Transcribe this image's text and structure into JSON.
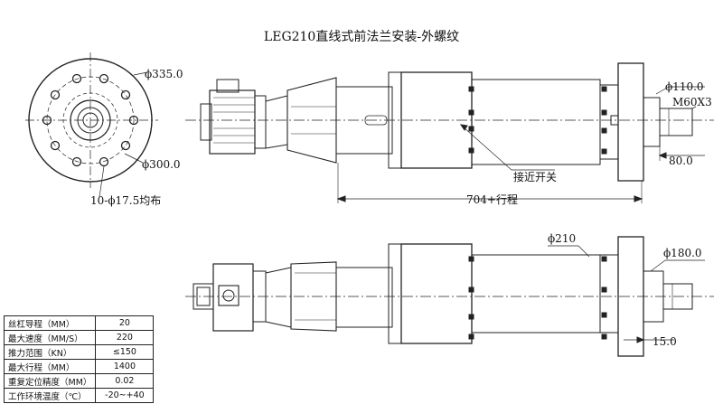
{
  "title": "LEG210直线式前法兰安装-外螺纹",
  "dimensions": {
    "d335": "ϕ335.0",
    "d300": "ϕ300.0",
    "holes": "10-ϕ17.5均布",
    "d110": "ϕ110.0",
    "thread": "M60X3",
    "len80": "80.0",
    "proximity": "接近开关",
    "stroke": "704+行程",
    "d210": "ϕ210",
    "d180": "ϕ180.0",
    "len15": "15.0"
  },
  "specs": [
    {
      "label": "丝杠导程（MM）",
      "value": "20"
    },
    {
      "label": "最大速度（MM/S）",
      "value": "220"
    },
    {
      "label": "推力范围（KN）",
      "value": "≤150"
    },
    {
      "label": "最大行程（MM）",
      "value": "1400"
    },
    {
      "label": "重复定位精度（MM）",
      "value": "0.02"
    },
    {
      "label": "工作环境温度（℃）",
      "value": "-20~+40"
    }
  ]
}
